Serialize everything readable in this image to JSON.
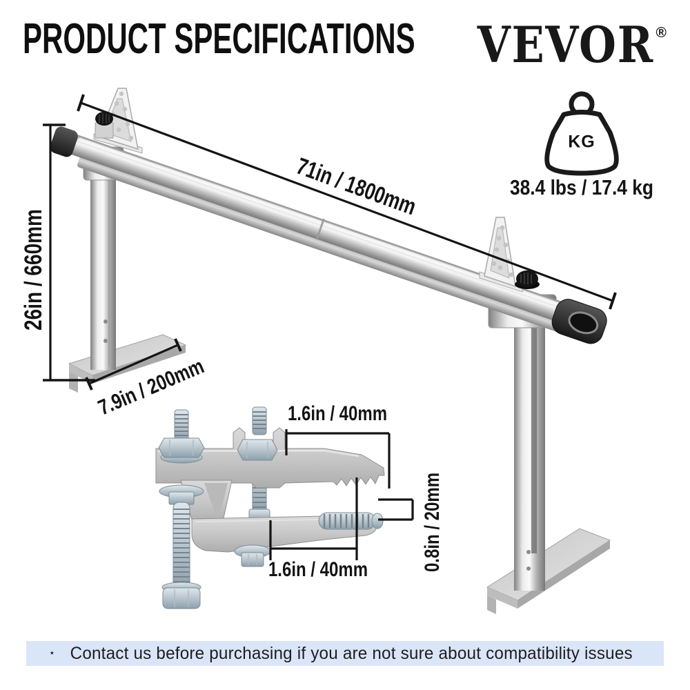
{
  "header": {
    "title": "PRODUCT SPECIFICATIONS",
    "brand": "VEVOR",
    "registered": "®"
  },
  "weight": {
    "unit": "KG",
    "value": "38.4 lbs / 17.4 kg"
  },
  "dimensions": {
    "bar_length": "71in / 1800mm",
    "upright_height": "26in / 660mm",
    "base_plate_length": "7.9in / 200mm",
    "clamp_top_width": "1.6in / 40mm",
    "clamp_bottom_width": "1.6in / 40mm",
    "clamp_jaw_opening": "0.8in / 20mm"
  },
  "footer": {
    "star": "⋆",
    "note": "Contact us before purchasing if you are not sure about compatibility issues"
  },
  "colors": {
    "banner_background": "#dbe5f8",
    "ink": "#141414",
    "metal_light": "#f2f2f2",
    "metal_dark": "#7c7c7c"
  }
}
